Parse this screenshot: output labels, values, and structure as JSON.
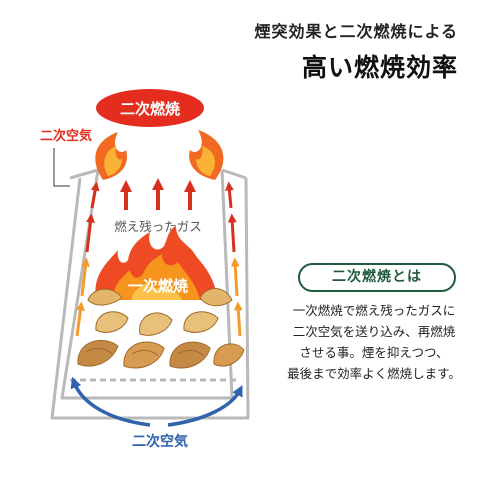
{
  "header": {
    "subtitle": "煙突効果と二次燃焼による",
    "title": "高い燃焼効率"
  },
  "diagram": {
    "secondary_combustion_label": "二次燃焼",
    "top_air_label": "二次空気",
    "unburned_gas_label": "燃え残ったガス",
    "fire_label": "一次燃焼",
    "bottom_air_label": "二次空気",
    "colors": {
      "flame_red": "#e52d1f",
      "flame_orange": "#f7941d",
      "arrow_red": "#d8301f",
      "arrow_orange": "#f39a2b",
      "air_blue": "#2f63ad",
      "stove_gray": "#b9b9b9"
    }
  },
  "info": {
    "badge": "二次燃焼とは",
    "description_lines": [
      "一次燃焼で燃え残ったガスに",
      "二次空気を送り込み、再燃焼",
      "させる事。煙を抑えつつ、",
      "最後まで効率よく燃焼します。"
    ]
  }
}
